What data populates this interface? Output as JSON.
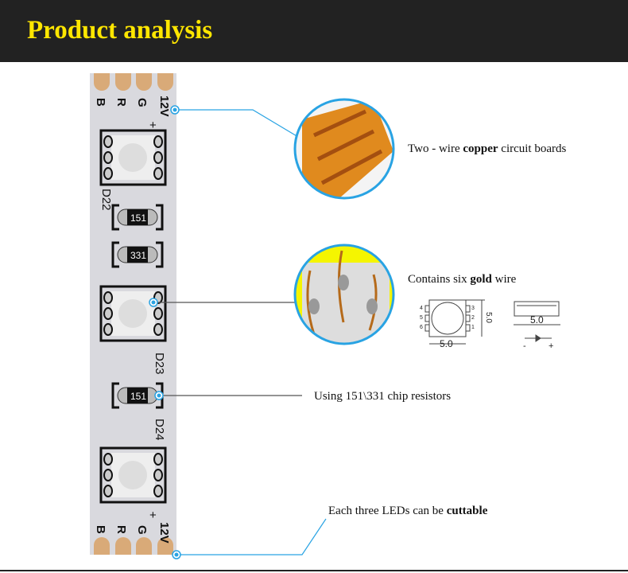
{
  "header": {
    "title": "Product analysis"
  },
  "strip": {
    "pads": [
      "B",
      "R",
      "G",
      "12V"
    ],
    "plus": "+",
    "leds": [
      "D22",
      "D23",
      "D24"
    ],
    "resistors": [
      "151",
      "331",
      "151"
    ]
  },
  "features": [
    {
      "pre": "Two - wire ",
      "bold": "copper",
      "post": " circuit boards"
    },
    {
      "pre": "Contains six ",
      "bold": "gold",
      "post": " wire"
    },
    {
      "pre": "Using 151\\331 chip resistors",
      "bold": "",
      "post": ""
    },
    {
      "pre": "Each three LEDs can be ",
      "bold": "cuttable",
      "post": ""
    }
  ],
  "diagram": {
    "dim_top": "5.0",
    "dim_side": "5.0",
    "dim_profile": "5.0",
    "pins_left": [
      "4",
      "5",
      "6"
    ],
    "pins_right": [
      "3",
      "2",
      "1"
    ],
    "minus": "-",
    "plus": "+"
  },
  "colors": {
    "accent": "#29a3e3",
    "title": "#ffe600",
    "pad": "#d9aa78",
    "board": "#d9d9de"
  }
}
